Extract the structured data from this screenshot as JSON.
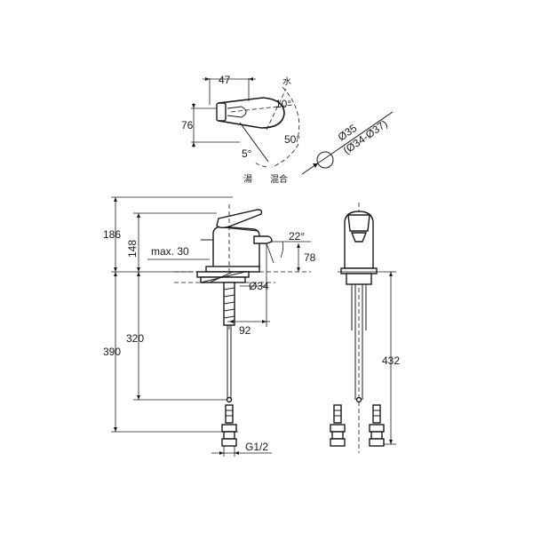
{
  "top_view": {
    "dim_width": "47",
    "dim_depth": "76",
    "label_cold": "水",
    "label_hot": "湯",
    "label_mix": "混合",
    "angle_cold": "10°",
    "angle_hot": "5°",
    "angle_mix": "50°"
  },
  "hole": {
    "diameter": "Ø35",
    "range": "(Ø34-Ø37)"
  },
  "side_view": {
    "height_total": "186",
    "height_spout": "148",
    "max_deck": "max. 30",
    "spout_angle": "22°",
    "spout_height": "78",
    "mount_diameter": "Ø34",
    "reach": "92",
    "hose_320": "320",
    "hose_390": "390",
    "connection": "G1/2"
  },
  "front_view": {
    "hose_length": "432"
  }
}
